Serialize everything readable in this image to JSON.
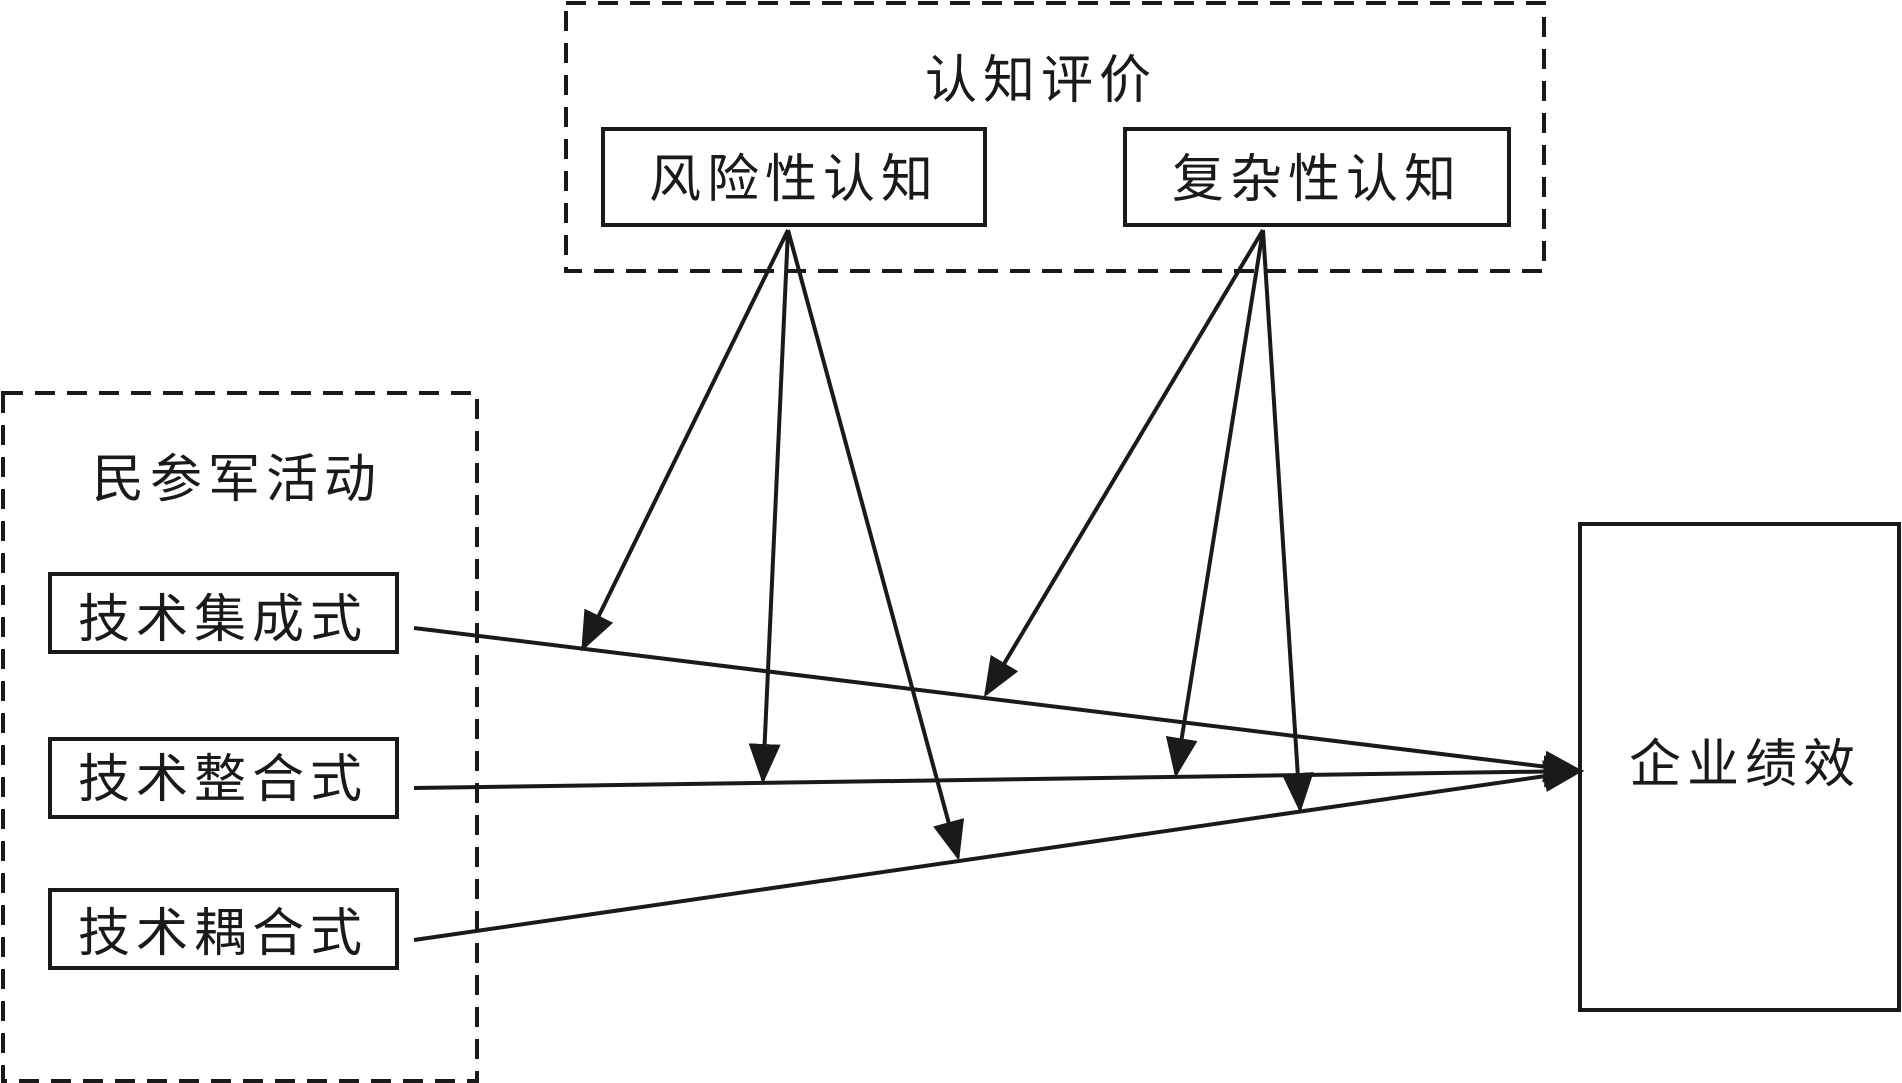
{
  "groups": {
    "cognition": {
      "title": "认知评价"
    },
    "activities": {
      "title": "民参军活动"
    }
  },
  "nodes": {
    "risk": "风险性认知",
    "complexity": "复杂性认知",
    "tech_integration": "技术集成式",
    "tech_consolidation": "技术整合式",
    "tech_coupling": "技术耦合式",
    "performance": "企业绩效"
  },
  "edges": [
    {
      "from": "tech_integration",
      "to": "performance"
    },
    {
      "from": "tech_consolidation",
      "to": "performance"
    },
    {
      "from": "tech_coupling",
      "to": "performance"
    },
    {
      "from": "risk",
      "to": "tech_integration→performance",
      "type": "moderation"
    },
    {
      "from": "risk",
      "to": "tech_consolidation→performance",
      "type": "moderation"
    },
    {
      "from": "risk",
      "to": "tech_coupling→performance",
      "type": "moderation"
    },
    {
      "from": "complexity",
      "to": "tech_integration→performance",
      "type": "moderation"
    },
    {
      "from": "complexity",
      "to": "tech_consolidation→performance",
      "type": "moderation"
    },
    {
      "from": "complexity",
      "to": "tech_coupling→performance",
      "type": "moderation"
    }
  ],
  "colors": {
    "stroke": "#1a1a1a",
    "background": "#ffffff"
  }
}
